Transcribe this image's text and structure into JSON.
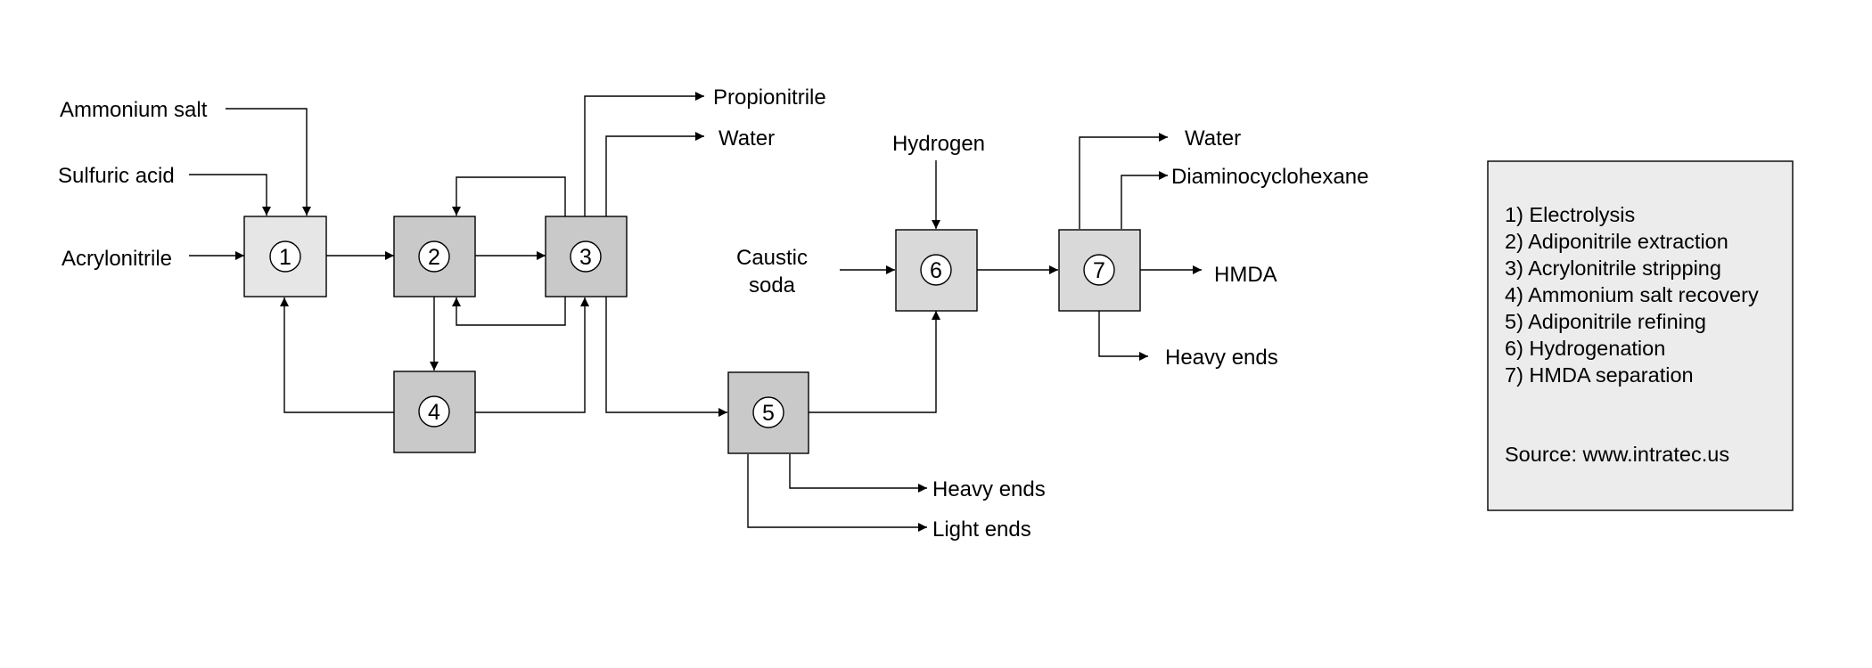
{
  "colors": {
    "unit_light": "#e6e6e6",
    "unit_mid": "#d9d9d9",
    "unit_dark": "#c9c9c9",
    "legend_bg": "#ececec",
    "line": "#000000"
  },
  "units": [
    {
      "id": "1",
      "label": "1"
    },
    {
      "id": "2",
      "label": "2"
    },
    {
      "id": "3",
      "label": "3"
    },
    {
      "id": "4",
      "label": "4"
    },
    {
      "id": "5",
      "label": "5"
    },
    {
      "id": "6",
      "label": "6"
    },
    {
      "id": "7",
      "label": "7"
    }
  ],
  "streams": {
    "ammonium_salt": "Ammonium salt",
    "sulfuric_acid": "Sulfuric acid",
    "acrylonitrile": "Acrylonitrile",
    "propionitrile": "Propionitrile",
    "water_top": "Water",
    "hydrogen": "Hydrogen",
    "caustic_soda_1": "Caustic",
    "caustic_soda_2": "soda",
    "water_right": "Water",
    "diaminocyclohexane": "Diaminocyclohexane",
    "hmda": "HMDA",
    "heavy_ends_7": "Heavy ends",
    "heavy_ends_5": "Heavy ends",
    "light_ends": "Light ends"
  },
  "legend": {
    "items": [
      "1) Electrolysis",
      "2) Adiponitrile extraction",
      "3) Acrylonitrile stripping",
      "4) Ammonium salt recovery",
      "5) Adiponitrile refining",
      "6) Hydrogenation",
      "7) HMDA separation"
    ],
    "source": "Source: www.intratec.us"
  }
}
